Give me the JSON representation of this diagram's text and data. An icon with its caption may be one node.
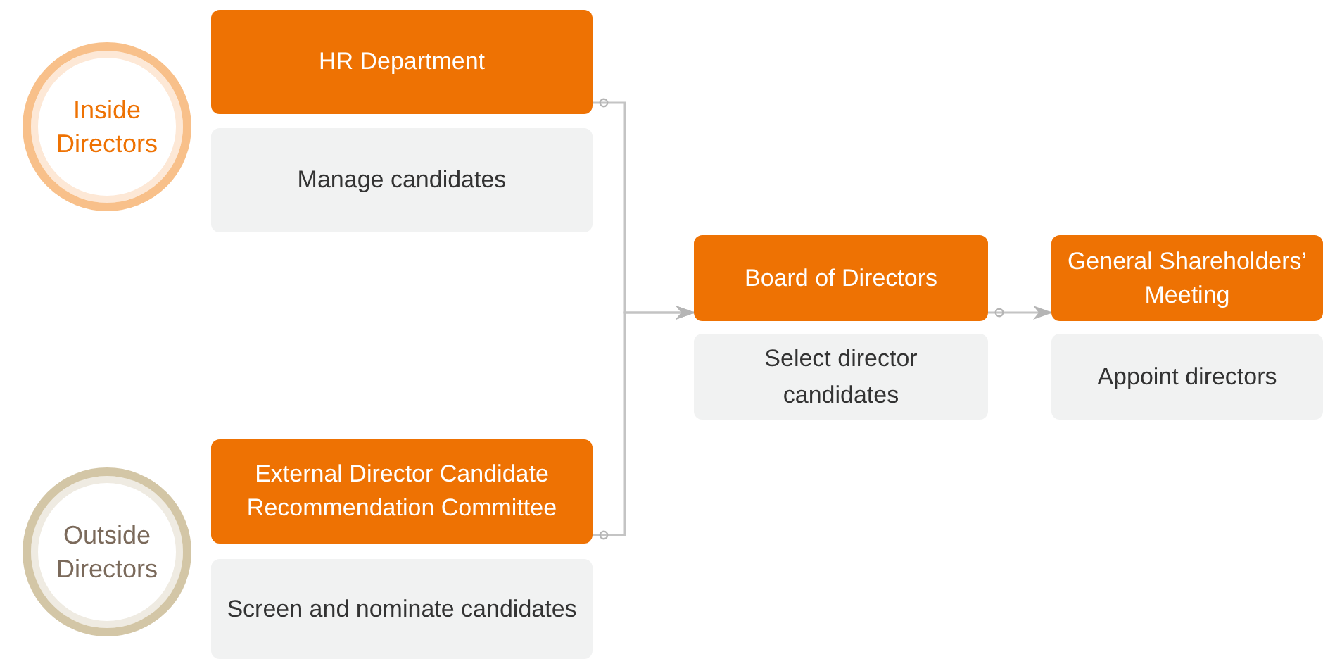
{
  "diagram": {
    "nodes": [
      {
        "text": [
          "Inside Directors"
        ]
      },
      {
        "text": [
          "HR Department"
        ]
      },
      {
        "text": [
          "Manage candidates"
        ]
      },
      {
        "text": [
          "Outside Directors"
        ]
      },
      {
        "text": [
          "External Director Candidate Recommendation Committee"
        ]
      },
      {
        "text": [
          "Screen and nominate candidates"
        ]
      },
      {
        "text": [
          "Board of Directors"
        ]
      },
      {
        "text": [
          "Select director candidates"
        ]
      },
      {
        "text": [
          "General Shareholders’ Meeting"
        ]
      },
      {
        "text": [
          "Appoint directors"
        ]
      }
    ],
    "edges": [
      {
        "from": 1,
        "to": 6,
        "arrow": "to"
      },
      {
        "from": 4,
        "to": 6,
        "arrow": "to"
      },
      {
        "from": 6,
        "to": 8,
        "arrow": "to"
      }
    ]
  }
}
